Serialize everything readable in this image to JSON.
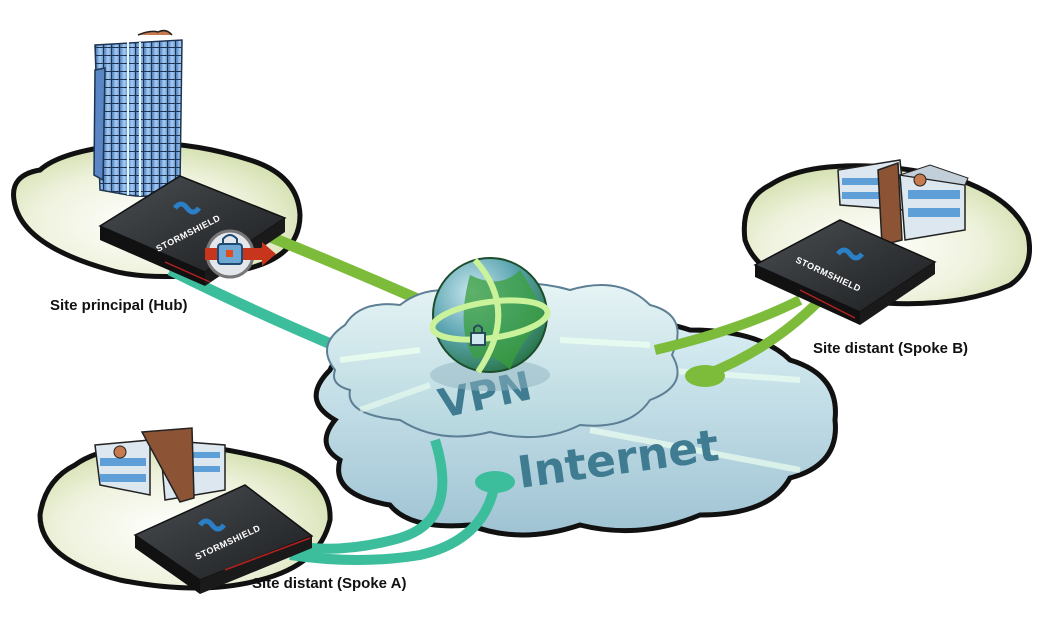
{
  "diagram": {
    "type": "hub-and-spoke VPN topology",
    "colors": {
      "hub_link": "#3cbd9c",
      "spoke_b_link": "#7cbc3a",
      "island_fill": "#dde6c0",
      "cloud_fill": "#b9d9e2",
      "cloud_text": "#3f7c92",
      "appliance": "#2a2c2e",
      "logo": "#2a7fc6"
    },
    "cloud": {
      "vpn_label": "VPN",
      "internet_label": "Internet",
      "globe_icon": "globe-lock-icon"
    },
    "sites": [
      {
        "id": "hub",
        "label": "Site principal (Hub)",
        "building": "tower-building-icon",
        "appliance_brand": "STORMSHIELD",
        "badge": "vpn-tunnel-lock-icon"
      },
      {
        "id": "spoke_b",
        "label": "Site distant (Spoke B)",
        "building": "office-building-icon",
        "appliance_brand": "STORMSHIELD"
      },
      {
        "id": "spoke_a",
        "label": "Site distant (Spoke A)",
        "building": "office-building-icon",
        "appliance_brand": "STORMSHIELD"
      }
    ]
  }
}
